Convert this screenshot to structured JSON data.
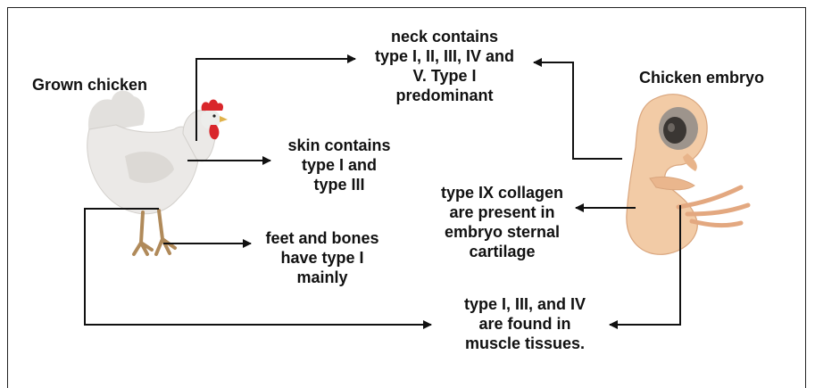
{
  "titles": {
    "left": "Grown chicken",
    "right": "Chicken embryo"
  },
  "labels": {
    "neck": "neck contains\ntype I, II, III, IV and\nV. Type I\npredominant",
    "skin": "skin contains\ntype I and\ntype III",
    "feet": "feet and bones\nhave type I\nmainly",
    "sternal": "type IX collagen\nare present in\nembryo sternal\ncartilage",
    "muscle": "type I, III, and IV\nare found in\nmuscle tissues."
  },
  "icons": {
    "chicken": "grown-chicken-illustration",
    "embryo": "chicken-embryo-illustration"
  },
  "colors": {
    "chicken_body": "#ebe9e7",
    "comb": "#d9262b",
    "embryo_body": "#f2cba6",
    "arrow": "#111111"
  }
}
